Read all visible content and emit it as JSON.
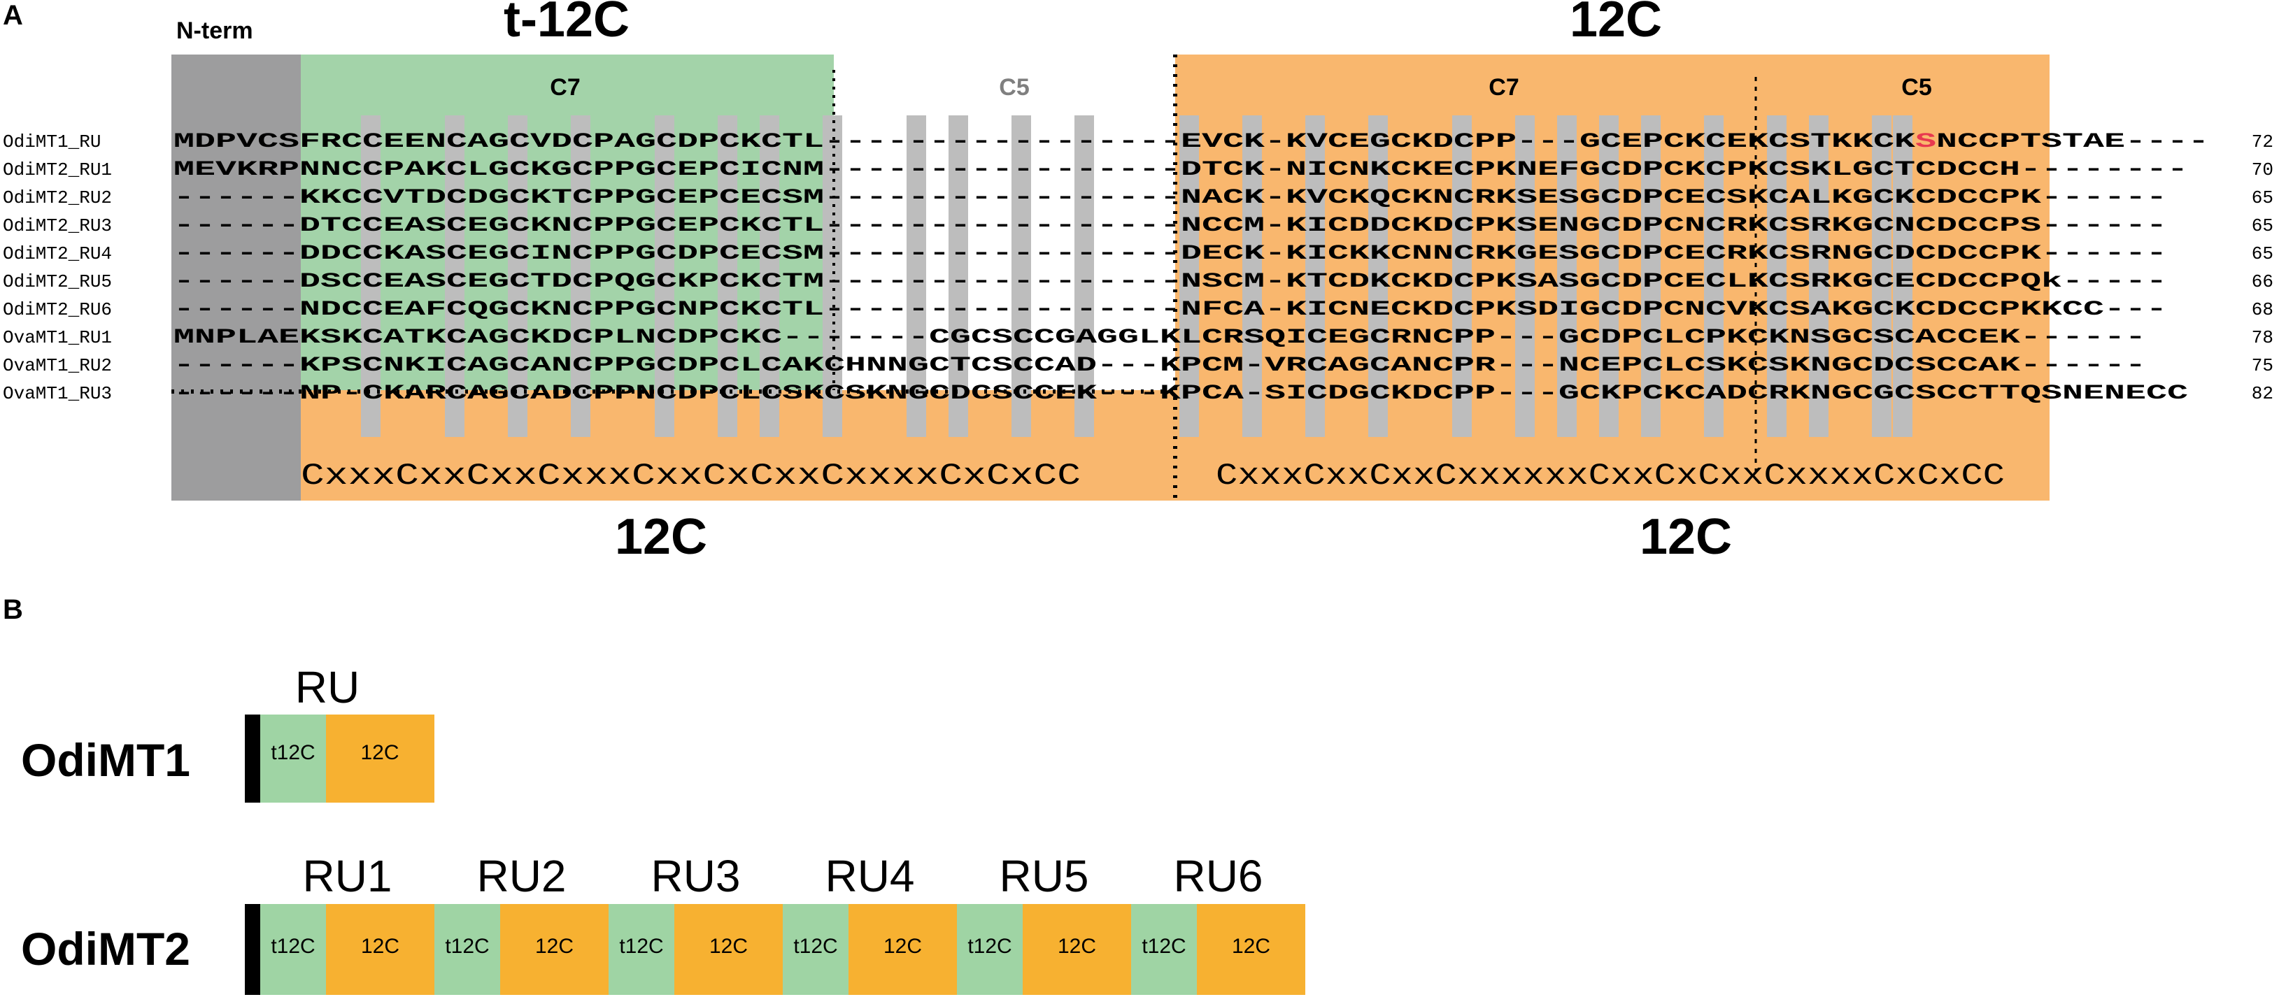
{
  "panelA": {
    "label": "A",
    "header_nterm": "N-term",
    "header_t12c": "t-12C",
    "header_12c_top": "12C",
    "sub_c7_left": "C7",
    "sub_c5_mid": "C5",
    "sub_c7_right": "C7",
    "sub_c5_right": "C5",
    "bottom_12c_left": "12C",
    "bottom_12c_right": "12C",
    "motif_left": "CxxxCxxCxxCxxxCxxCxCxxCxxxxCxCxCC",
    "motif_right": "CxxxCxxCxxCxxxxxxCxxCxCxxCxxxxCxCxCC",
    "rows": [
      {
        "name": "OdiMT1_RU",
        "seq": "MDPVCSFRCCEENCAGCVDCPAGCDPCKCTL-----------------EVCK-KVCEGCKDCPP---GCEPCKCEKCSTKKCKSNCCPTSTAE----",
        "num": "72"
      },
      {
        "name": "OdiMT2_RU1",
        "seq": "MEVKRPNNCCPAKCLGCKGCPPGCEPCICNM-----------------DTCK-NICNKCKECPKNEFGCDPCKCPKCSKLGCTCDCCH--------",
        "num": "70"
      },
      {
        "name": "OdiMT2_RU2",
        "seq": "------KKCCVTDCDGCKTCPPGCEPCECSM-----------------NACK-KVCKQCKNCRKSESGCDPCECSKCALKGCKCDCCPK------",
        "num": "65"
      },
      {
        "name": "OdiMT2_RU3",
        "seq": "------DTCCEASCEGCKNCPPGCEPCKCTL-----------------NCCM-KICDDCKDCPKSENGCDPCNCRKCSRKGCNCDCCPS------",
        "num": "65"
      },
      {
        "name": "OdiMT2_RU4",
        "seq": "------DDCCKASCEGCINCPPGCDPCECSM-----------------DECK-KICKKCNNCRKGESGCDPCECRKCSRNGCDCDCCPK------",
        "num": "65"
      },
      {
        "name": "OdiMT2_RU5",
        "seq": "------DSCCEASCEGCTDCPQGCKPCKCTM-----------------NSCM-KTCDKCKDCPKSASGCDPCECLKCSRKGCECDCCPQk-----",
        "num": "66"
      },
      {
        "name": "OdiMT2_RU6",
        "seq": "------NDCCEAFCQGCKNCPPGCNPCKCTL-----------------NFCA-KICNECKDCPKSDIGCDPCNCVKCSAKGCKCDCCPKKCC---",
        "num": "68"
      },
      {
        "name": "OvaMT1_RU1",
        "seq": "MNPLAEKSKCATKCAGCKDCPLNCDPCKC-------CGCSCCGAGGLKLCRSQICEGCRNCPP---GCDPCLCPKCKNSGCSCACCEK------",
        "num": "78"
      },
      {
        "name": "OvaMT1_RU2",
        "seq": "------KPSCNKICAGCANCPPGCDPCLCAKCHNNGCTCSCCAD---KPCM-VRCAGCANCPR---NCEPCLCSKCSKNGCDCSCCAK------",
        "num": "75"
      },
      {
        "name": "OvaMT1_RU3",
        "seq": "------NP-CKARCAGCADCPPNCDPCLCSKCSKNGCDCSCCEK---KPCA-SICDGCKDCPP---GCKPCKCADCRKNGCGCSCCTTQSNENECC",
        "num": "82"
      }
    ],
    "highlight_color": "#e8384f"
  },
  "panelB": {
    "label": "B",
    "odimt1": {
      "name": "OdiMT1",
      "ru_label": "RU",
      "t12c": "t12C",
      "c12": "12C"
    },
    "odimt2": {
      "name": "OdiMT2",
      "units": [
        {
          "ru": "RU1",
          "t12c": "t12C",
          "c12": "12C"
        },
        {
          "ru": "RU2",
          "t12c": "t12C",
          "c12": "12C"
        },
        {
          "ru": "RU3",
          "t12c": "t12C",
          "c12": "12C"
        },
        {
          "ru": "RU4",
          "t12c": "t12C",
          "c12": "12C"
        },
        {
          "ru": "RU5",
          "t12c": "t12C",
          "c12": "12C"
        },
        {
          "ru": "RU6",
          "t12c": "t12C",
          "c12": "12C"
        }
      ]
    }
  },
  "colors": {
    "nterm_gray": "#9d9d9e",
    "t12c_green": "#a3d3a9",
    "c12_orange": "#f9b76e",
    "cys_column": "#bdbdbd",
    "b_green": "#9fd4a4",
    "b_orange": "#f7b131",
    "b_black": "#000000"
  }
}
